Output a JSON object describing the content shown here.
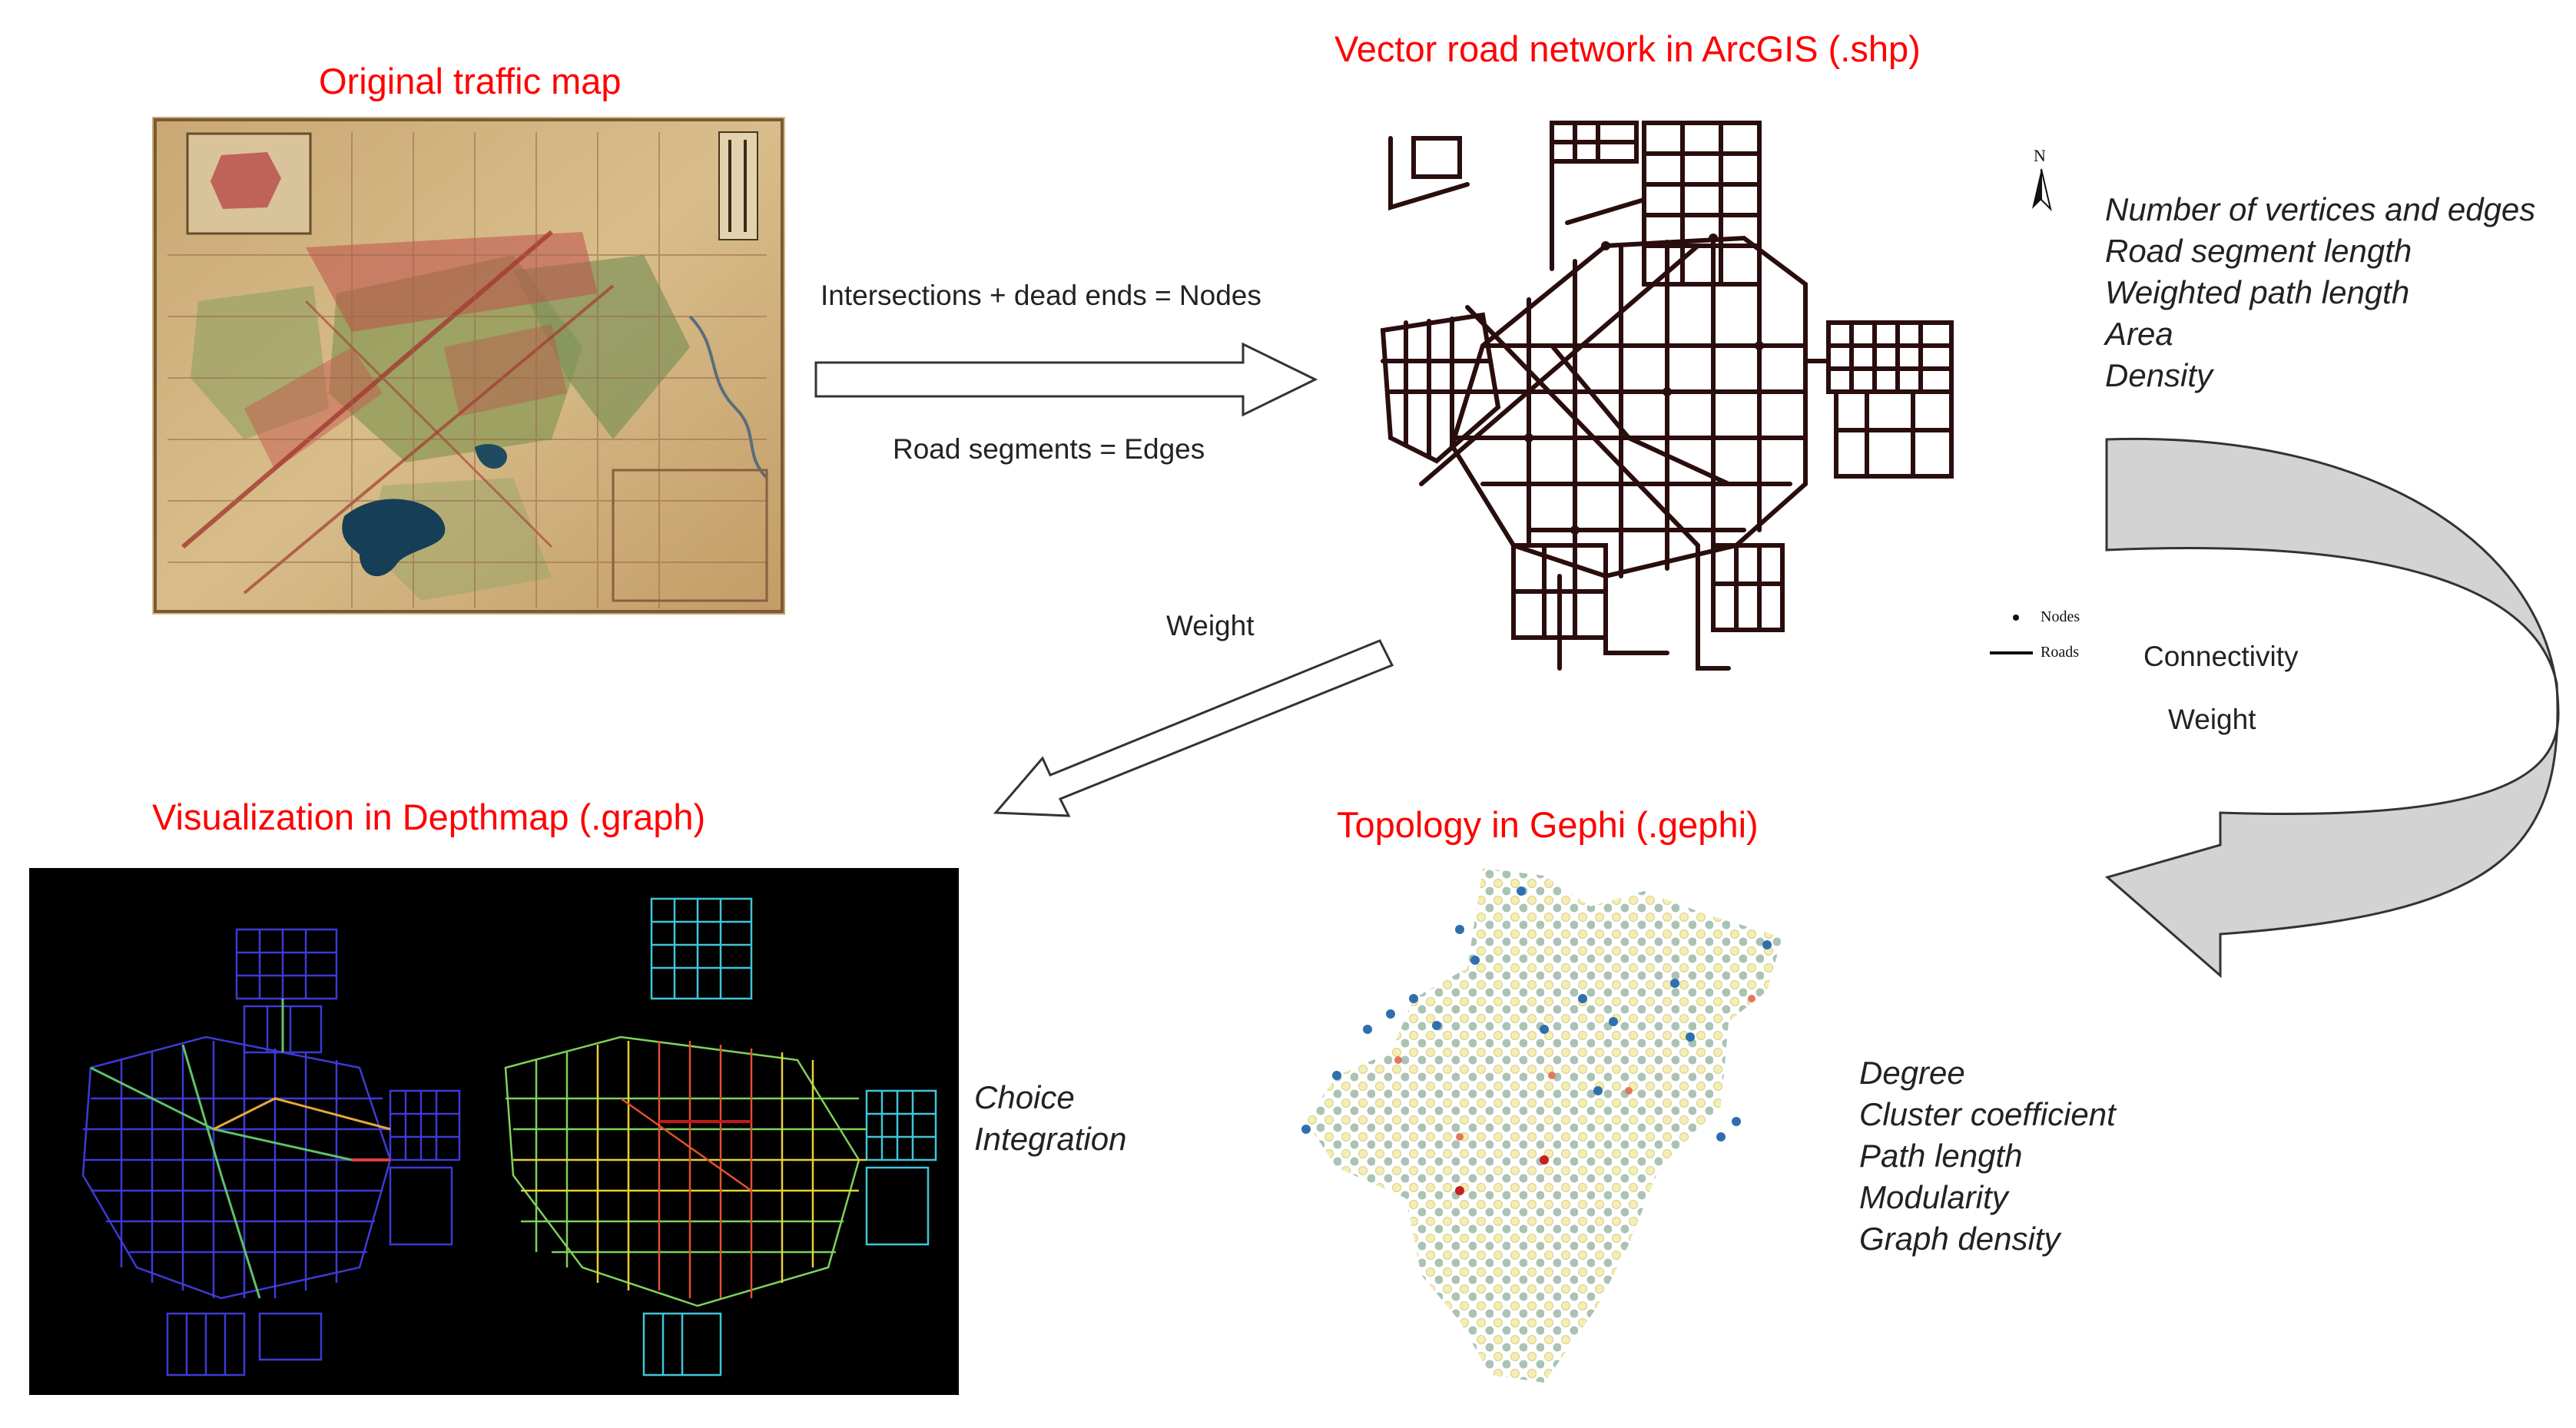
{
  "titles": {
    "original_map": "Original traffic map",
    "vector_network": "Vector road network in ArcGIS (.shp)",
    "depthmap": "Visualization in Depthmap (.graph)",
    "gephi": "Topology in Gephi (.gephi)"
  },
  "arrow_labels": {
    "nodes": "Intersections + dead ends = Nodes",
    "edges": "Road segments = Edges",
    "weight_left": "Weight",
    "connectivity": "Connectivity",
    "weight_right": "Weight"
  },
  "legend": {
    "north": "N",
    "nodes": "Nodes",
    "roads": "Roads"
  },
  "metrics": {
    "arcgis": [
      "Number of vertices and edges",
      "Road segment length",
      "Weighted path length",
      "Area",
      "Density"
    ],
    "depthmap": [
      "Choice",
      "Integration"
    ],
    "gephi": [
      "Degree",
      "Cluster coefficient",
      "Path length",
      "Modularity",
      "Graph density"
    ]
  },
  "colors": {
    "title": "#ff0000",
    "road": "#2a0d0d",
    "depthmap_bg": "#000000",
    "curved_arrow_fill": "#d3d3d3"
  }
}
